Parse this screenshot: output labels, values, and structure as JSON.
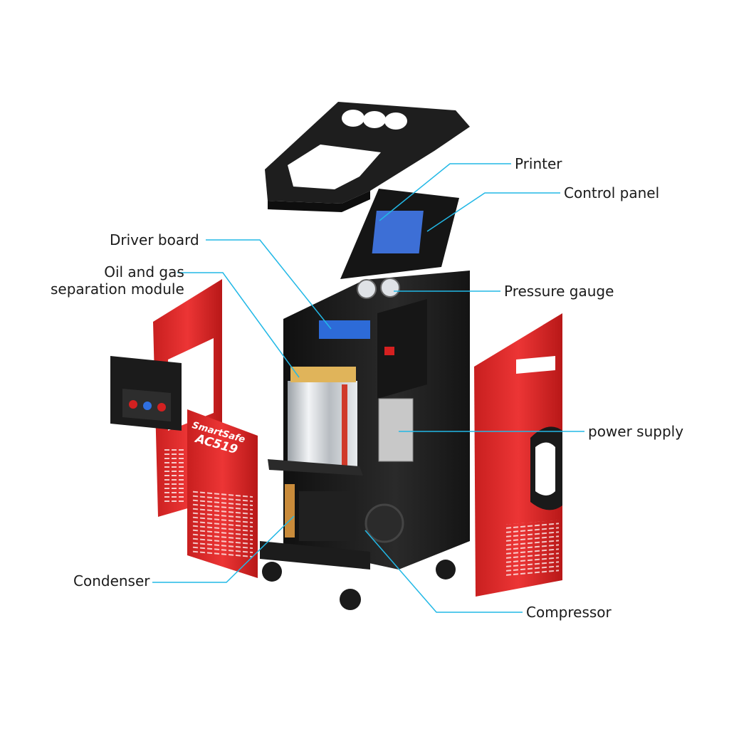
{
  "labels": {
    "printer": "Printer",
    "control_panel": "Control panel",
    "driver_board": "Driver board",
    "oil_gas": "Oil and gas\nseparation module",
    "pressure_gauge": "Pressure gauge",
    "power_supply": "power supply",
    "condenser": "Condenser",
    "compressor": "Compressor"
  },
  "product": {
    "brand": "SmartSafe",
    "model": "AC519"
  },
  "colors": {
    "leader_line": "#22b8e6",
    "panel_red": "#e02a2a",
    "body_black": "#1b1b1b"
  }
}
